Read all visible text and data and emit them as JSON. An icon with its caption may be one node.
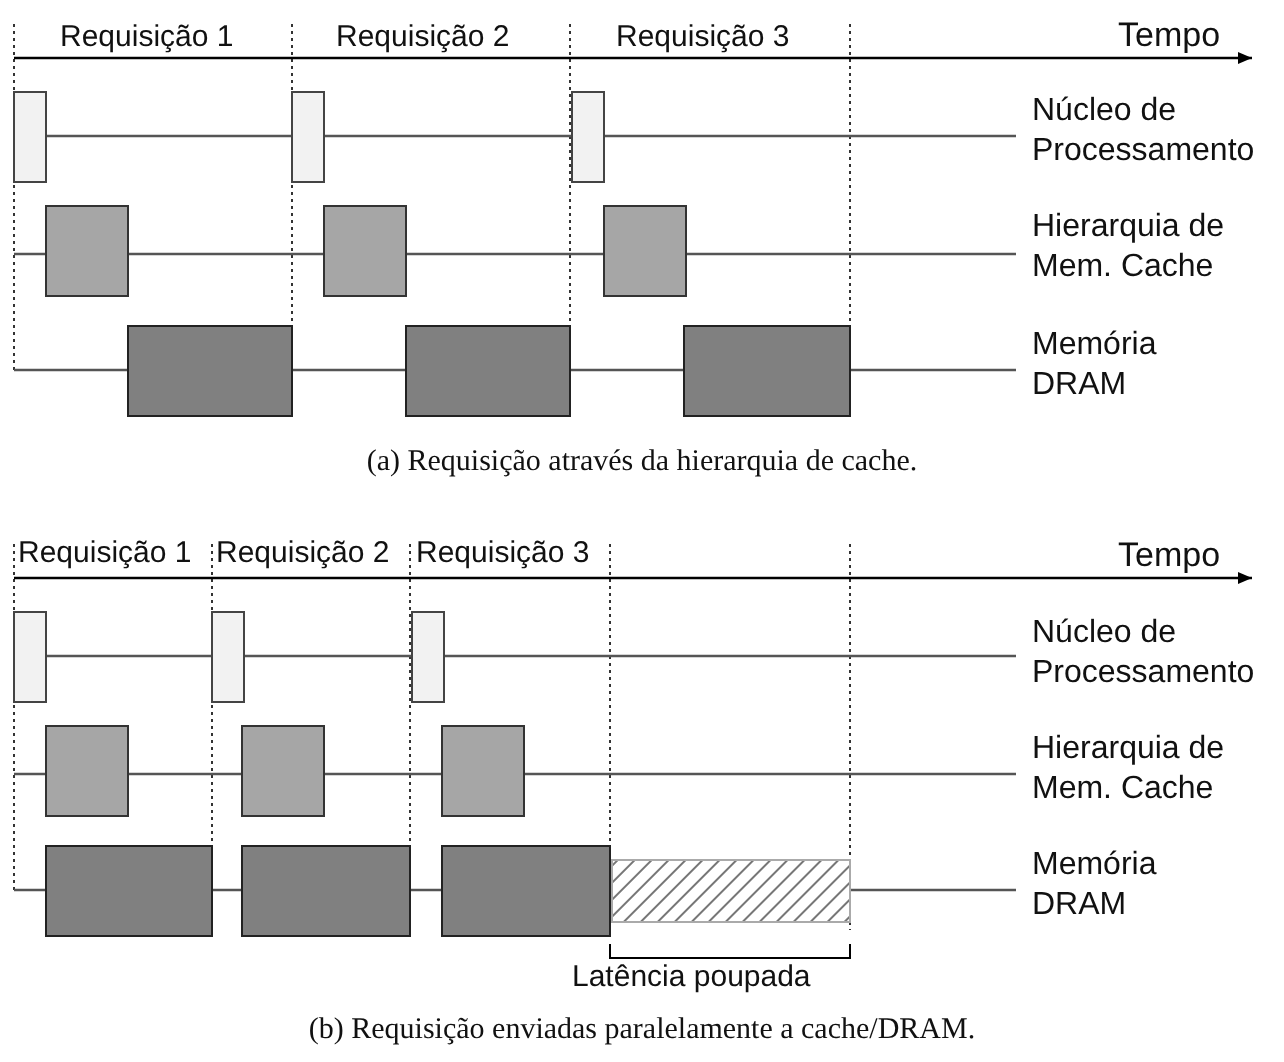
{
  "diagram": {
    "labels": [
      "Requisição 1",
      "Requisição 2",
      "Requisição 3",
      "Tempo",
      "Núcleo de Processamento",
      "Hierarquia de Mem. Cache",
      "Memória DRAM",
      "(a) Requisição através da hierarquia de cache.",
      "Requisição 1",
      "Requisição 2",
      "Requisição 3",
      "Tempo",
      "Núcleo de Processamento",
      "Hierarquia de Mem. Cache",
      "Memória DRAM",
      "Latência poupada",
      "(b) Requisição enviadas paralelamente a cache/DRAM."
    ]
  }
}
